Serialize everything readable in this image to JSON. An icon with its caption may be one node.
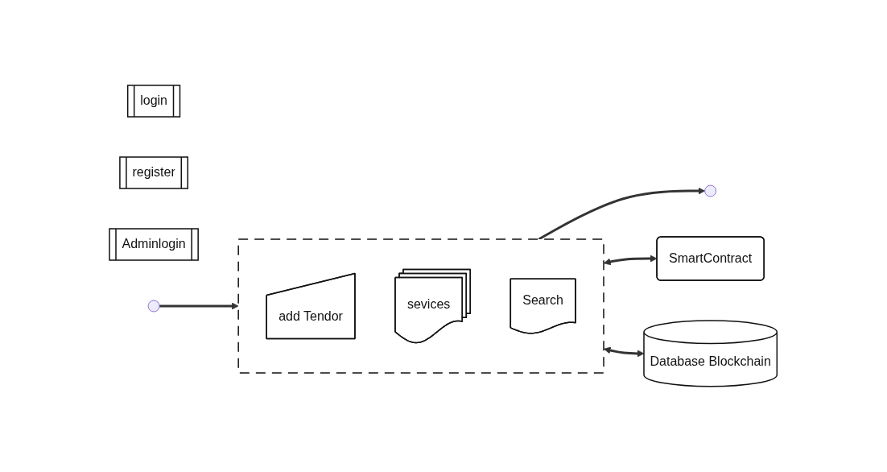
{
  "diagram": {
    "nodes": [
      {
        "text": [
          "login"
        ]
      },
      {
        "text": [
          "register"
        ]
      },
      {
        "text": [
          "Adminlogin"
        ]
      },
      {
        "text": [],
        "shape": "box"
      },
      {
        "text": [
          "add Tendor"
        ],
        "in": 3
      },
      {
        "text": [
          "sevices"
        ],
        "in": 3
      },
      {
        "text": [
          "Search"
        ],
        "in": 3
      },
      {
        "text": [
          "SmartContract"
        ]
      },
      {
        "text": [
          "Database Blockchain"
        ]
      }
    ],
    "edges": [
      {
        "from": null,
        "to": 3,
        "arrow": "to"
      },
      {
        "from": 3,
        "to": null,
        "arrow": "to"
      },
      {
        "from": 3,
        "to": 7,
        "arrow": "both"
      },
      {
        "from": 3,
        "to": 8,
        "arrow": "both"
      }
    ]
  }
}
